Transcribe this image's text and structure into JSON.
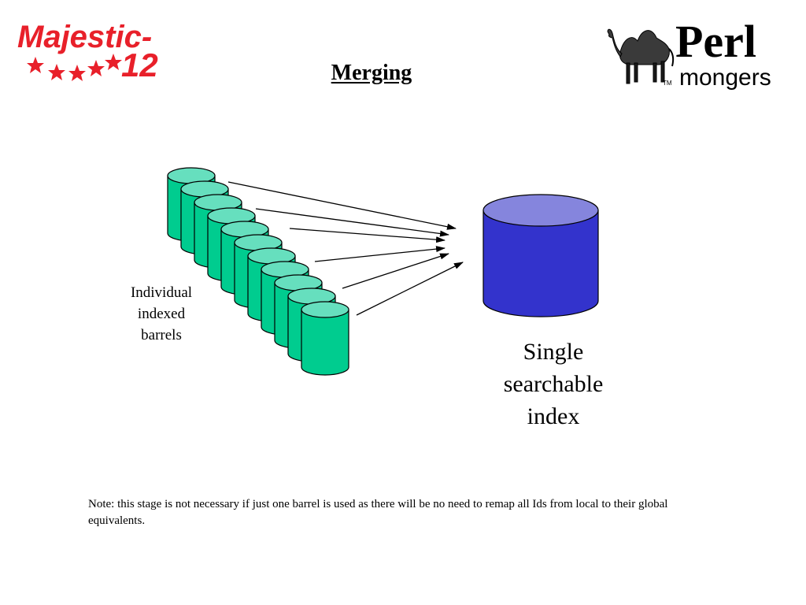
{
  "logos": {
    "left": {
      "name": "Majestic-12",
      "line1": "Majestic-",
      "line2": "12",
      "color": "#e8202a"
    },
    "right": {
      "name": "Perl mongers",
      "word1": "Perl",
      "word2": "mongers",
      "tm": "TM"
    }
  },
  "slide": {
    "title": "Merging"
  },
  "diagram": {
    "barrels_label": [
      "Individual",
      "indexed",
      "barrels"
    ],
    "index_label": [
      "Single",
      "searchable",
      "index"
    ],
    "barrel_count": 11,
    "arrow_count": 6,
    "colors": {
      "barrel_body": "#00cc8f",
      "barrel_top": "#66dfbe",
      "index_body": "#3333cc",
      "index_top": "#8585dd",
      "outline": "#000000"
    }
  },
  "footer": {
    "note": "Note: this stage is not necessary if just one barrel is used as there will be no need to remap all Ids from local to their global equivalents."
  }
}
